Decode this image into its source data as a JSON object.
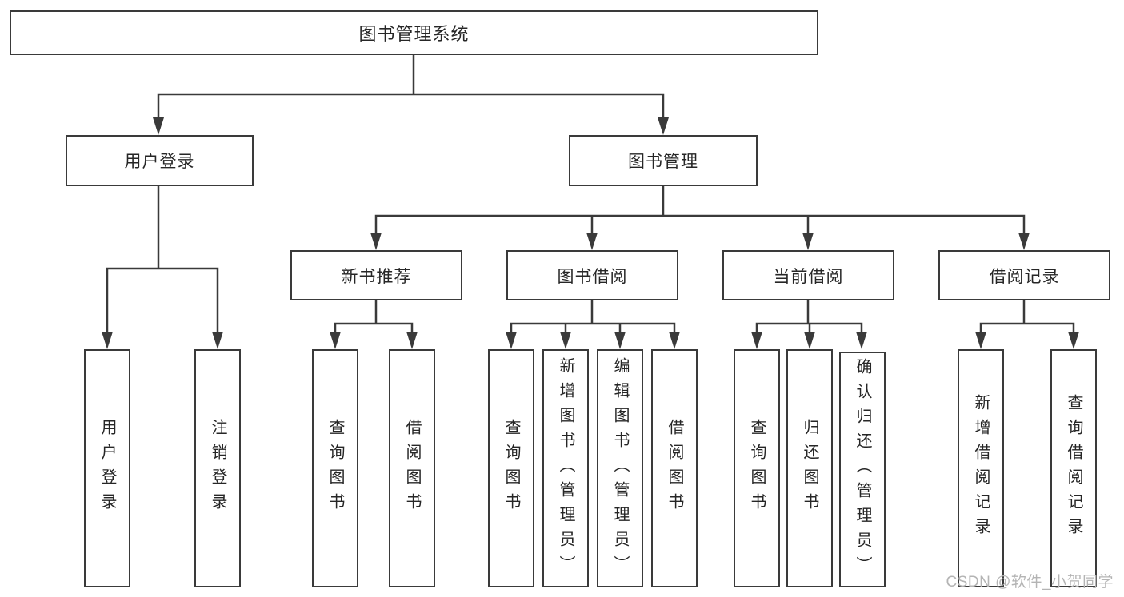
{
  "page": {
    "watermark": "CSDN @软件_小贺同学",
    "background": "#ffffff"
  },
  "colors": {
    "line": "#3a3a3a",
    "box_border": "#3a3a3a",
    "text": "#262626",
    "watermark": "#b4b4b4"
  },
  "tree": {
    "root": {
      "label": "图书管理系统"
    },
    "level2": [
      {
        "label": "用户登录",
        "children": [
          {
            "label": "用户登录"
          },
          {
            "label": "注销登录"
          }
        ]
      },
      {
        "label": "图书管理",
        "children": [
          {
            "label": "新书推荐",
            "children": [
              {
                "label": "查询图书"
              },
              {
                "label": "借阅图书"
              }
            ]
          },
          {
            "label": "图书借阅",
            "children": [
              {
                "label": "查询图书"
              },
              {
                "label": "新增图书（管理员）"
              },
              {
                "label": "编辑图书（管理员）"
              },
              {
                "label": "借阅图书"
              }
            ]
          },
          {
            "label": "当前借阅",
            "children": [
              {
                "label": "查询图书"
              },
              {
                "label": "归还图书"
              },
              {
                "label": "确认归还（管理员）"
              }
            ]
          },
          {
            "label": "借阅记录",
            "children": [
              {
                "label": "新增借阅记录"
              },
              {
                "label": "查询借阅记录"
              }
            ]
          }
        ]
      }
    ]
  }
}
